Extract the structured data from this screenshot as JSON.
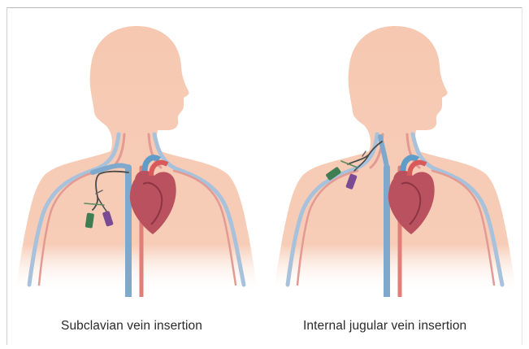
{
  "captions": {
    "left": "Subclavian vein insertion",
    "right": "Internal jugular vein insertion"
  },
  "colors": {
    "skin": "#f6c8b1",
    "skin_light": "#f8d6c5",
    "vein": "#7fa9cc",
    "artery": "#e07e77",
    "heart": "#b9515e",
    "catheter_green": "#3f7d52",
    "catheter_purple": "#7a4a93",
    "frame_line": "#b8b8b8"
  },
  "icons": [
    "torso-silhouette",
    "heart-illustration",
    "catheter-green-lumen",
    "catheter-purple-lumen"
  ]
}
